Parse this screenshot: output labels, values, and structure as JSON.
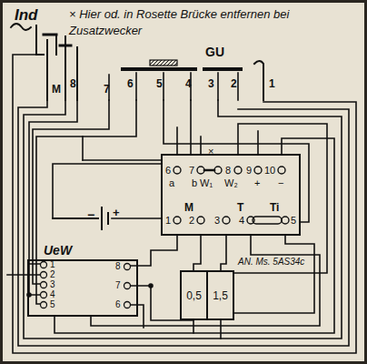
{
  "diagram": {
    "nodes": [
      {
        "text": [
          "UeW"
        ]
      },
      {
        "text": [
          "0,5"
        ]
      },
      {
        "text": [
          "1,5"
        ]
      }
    ],
    "labels": [
      "Ind",
      "× Hier od. in Rosette Brücke entfernen bei Zusatzwecker",
      "GU",
      "M",
      "8",
      "7",
      "6",
      "5",
      "4",
      "3",
      "2",
      "1",
      "×",
      "6",
      "a",
      "7",
      "b",
      "W₁",
      "8",
      "W₂",
      "9",
      "+",
      "10",
      "−",
      "M",
      "T",
      "Ti",
      "1",
      "2",
      "3",
      "4",
      "5",
      "−",
      "+",
      "1",
      "2",
      "3",
      "4",
      "5",
      "8",
      "7",
      "6",
      "AN. Ms. 5AS34c"
    ]
  }
}
